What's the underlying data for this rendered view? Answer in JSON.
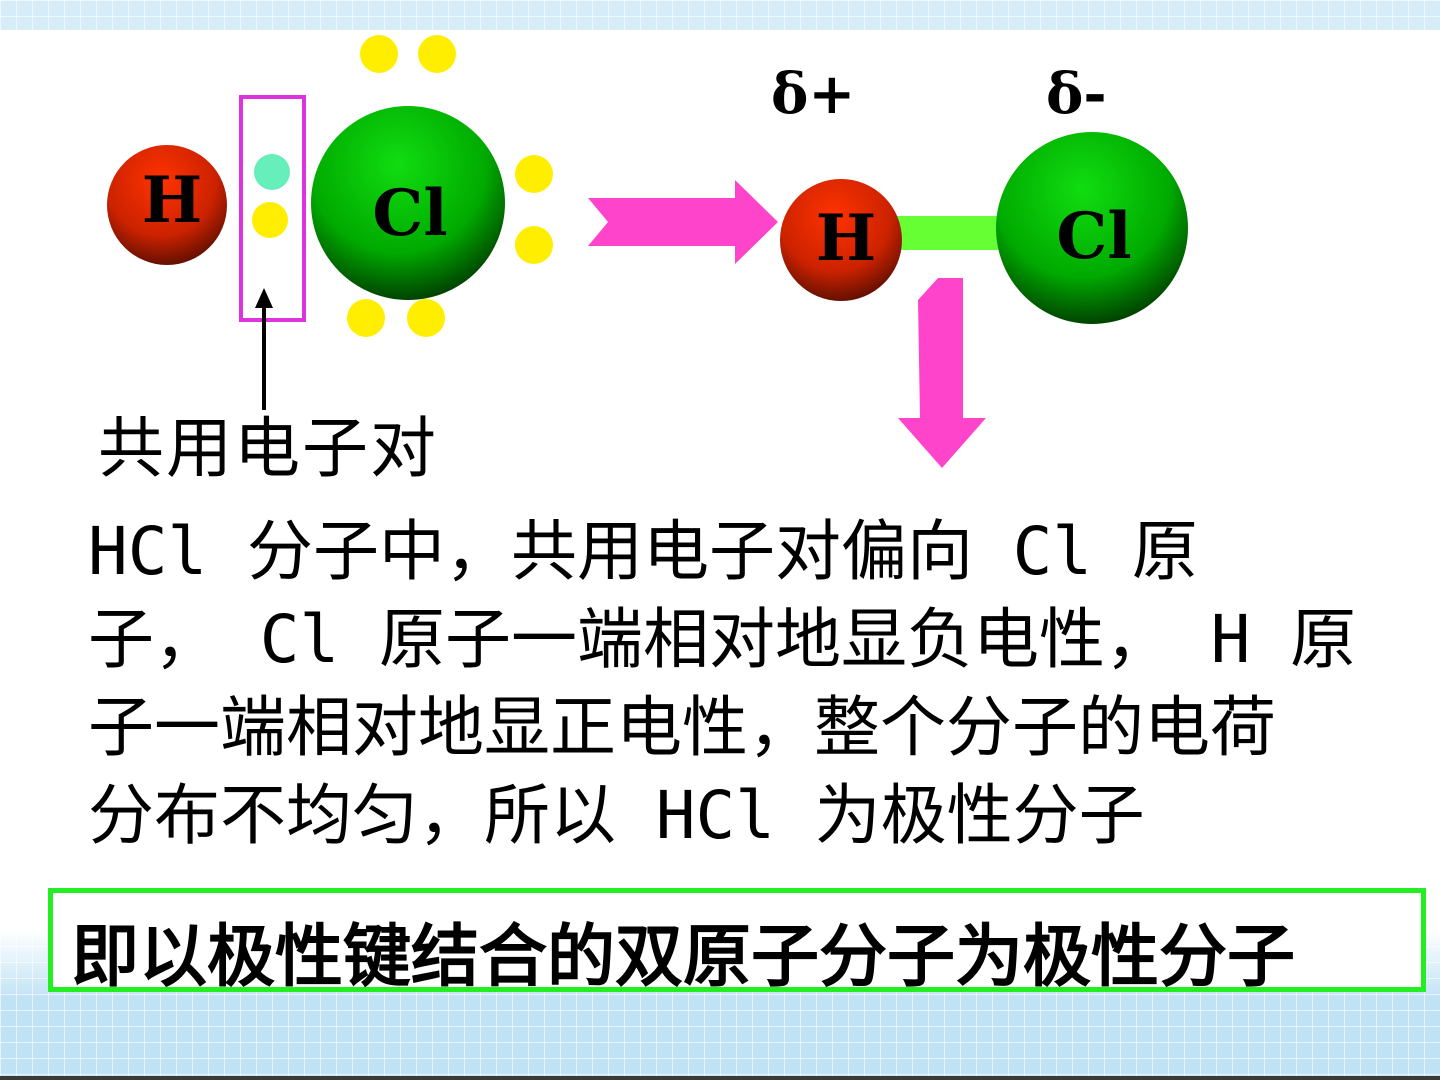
{
  "diagram": {
    "left_molecule": {
      "h_label": "H",
      "cl_label": "Cl"
    },
    "right_molecule": {
      "h_label": "H",
      "cl_label": "Cl",
      "delta_plus": "δ+",
      "delta_minus": "δ-"
    },
    "shared_pair_label": "共用电子对"
  },
  "explanation_lines": [
    "HCl 分子中，共用电子对偏向 Cl 原",
    "子， Cl 原子一端相对地显负电性， H 原",
    "子一端相对地显正电性，整个分子的电荷",
    "分布不均匀，所以 HCl 为极性分子"
  ],
  "conclusion": "即以极性键结合的双原子分子为极性分子",
  "colors": {
    "hydrogen": "#cc2200",
    "chlorine": "#00bb00",
    "electron": "#ffee00",
    "shared_electron": "#66eebb",
    "arrow": "#ff44cc",
    "bond": "#66ff33",
    "highlight_box": "#dd33dd",
    "conclusion_border": "#22ee22"
  }
}
